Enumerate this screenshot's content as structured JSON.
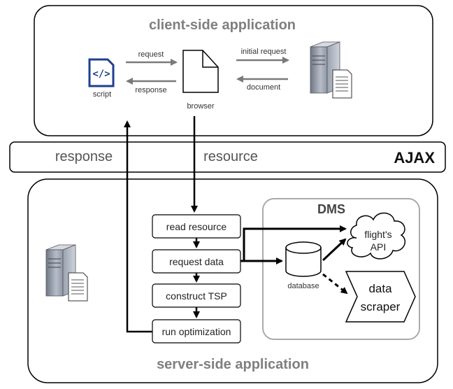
{
  "client": {
    "title": "client-side application",
    "script_label": "script",
    "browser_label": "browser",
    "request_label": "request",
    "response_label": "response",
    "initial_request_label": "initial request",
    "document_label": "document"
  },
  "ajax": {
    "label": "AJAX",
    "response_label": "response",
    "resource_label": "resource"
  },
  "server": {
    "title": "server-side application",
    "steps": [
      "read resource",
      "request data",
      "construct TSP",
      "run optimization"
    ]
  },
  "dms": {
    "title": "DMS",
    "database_label": "database",
    "api_label_1": "flight's",
    "api_label_2": "API",
    "scraper_label_1": "data",
    "scraper_label_2": "scraper"
  },
  "colors": {
    "script_icon": "#1f3f8f",
    "server_icon": "#8a94a6",
    "title_gray": "#7f7f7f"
  }
}
